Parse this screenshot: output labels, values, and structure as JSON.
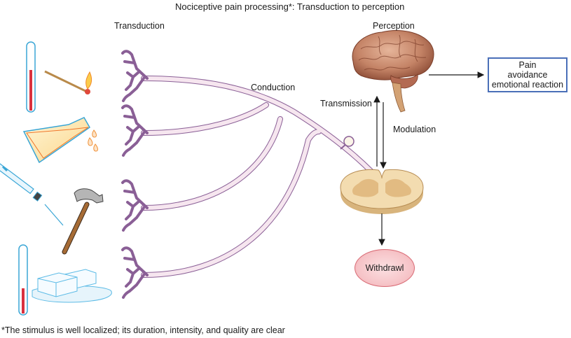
{
  "title": "Nociceptive pain processing*: Transduction to perception",
  "stages": {
    "transduction": "Transduction",
    "conduction": "Conduction",
    "transmission": "Transmission",
    "modulation": "Modulation",
    "perception": "Perception"
  },
  "outcome_box": {
    "lines": [
      "Pain",
      "avoidance",
      "emotional reaction"
    ],
    "border_color": "#4a6fb8"
  },
  "reflex": {
    "label": "Withdrawl",
    "color": "#f6c3c7"
  },
  "stimuli": [
    {
      "name": "heat",
      "items": [
        "thermometer-hot",
        "lit-match"
      ]
    },
    {
      "name": "chemical",
      "items": [
        "flask-pouring-liquid"
      ]
    },
    {
      "name": "mechanical",
      "items": [
        "syringe",
        "hammer"
      ]
    },
    {
      "name": "cold",
      "items": [
        "thermometer-cold",
        "ice-cubes"
      ]
    }
  ],
  "colors": {
    "nerve_fill": "#f6e6ef",
    "nerve_stroke": "#8a5f96",
    "spinal_cord": "#f1d6a8",
    "brain": "#c98a6e"
  },
  "footnote": "*The stimulus is well localized; its duration, intensity, and quality are clear"
}
